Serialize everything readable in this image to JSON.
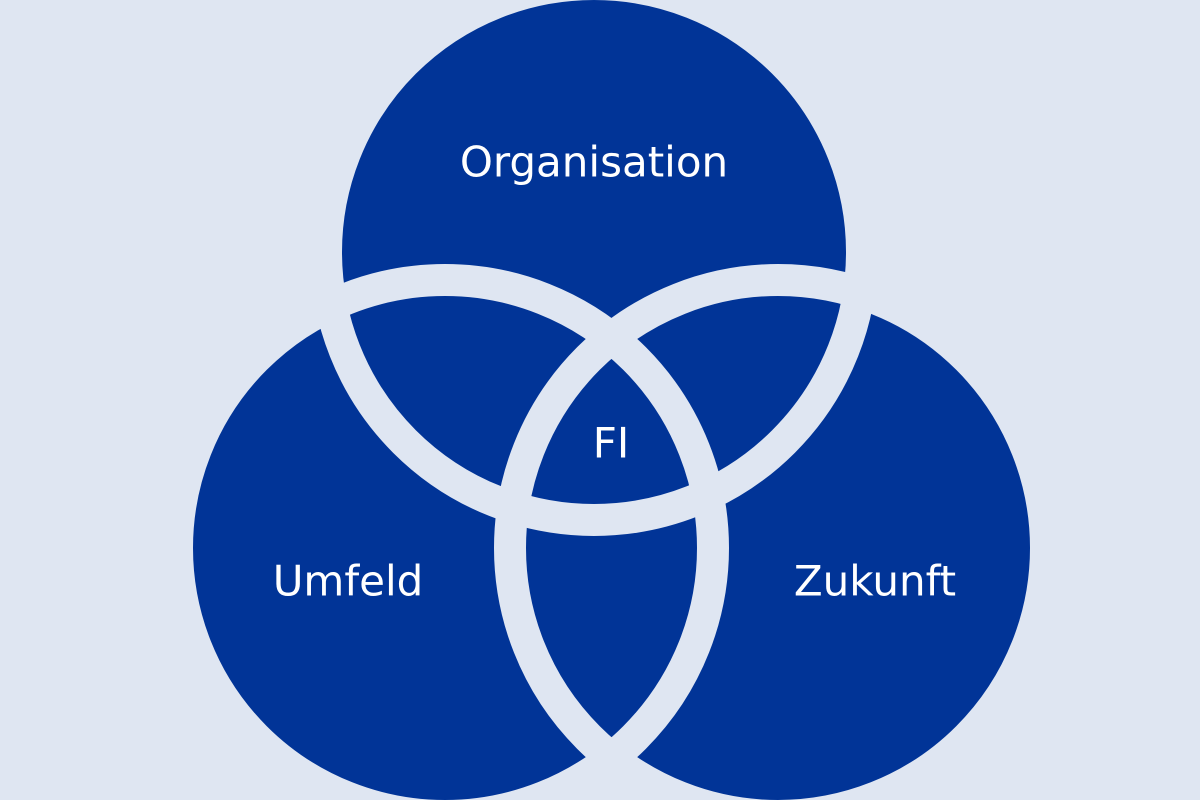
{
  "colors": {
    "background": "#dfe6f2",
    "circle": "#013497",
    "text": "#ffffff"
  },
  "diagram": {
    "type": "venn",
    "sets": [
      {
        "id": "top",
        "label": "Organisation"
      },
      {
        "id": "left",
        "label": "Umfeld"
      },
      {
        "id": "right",
        "label": "Zukunft"
      }
    ],
    "center_label": "FI"
  }
}
